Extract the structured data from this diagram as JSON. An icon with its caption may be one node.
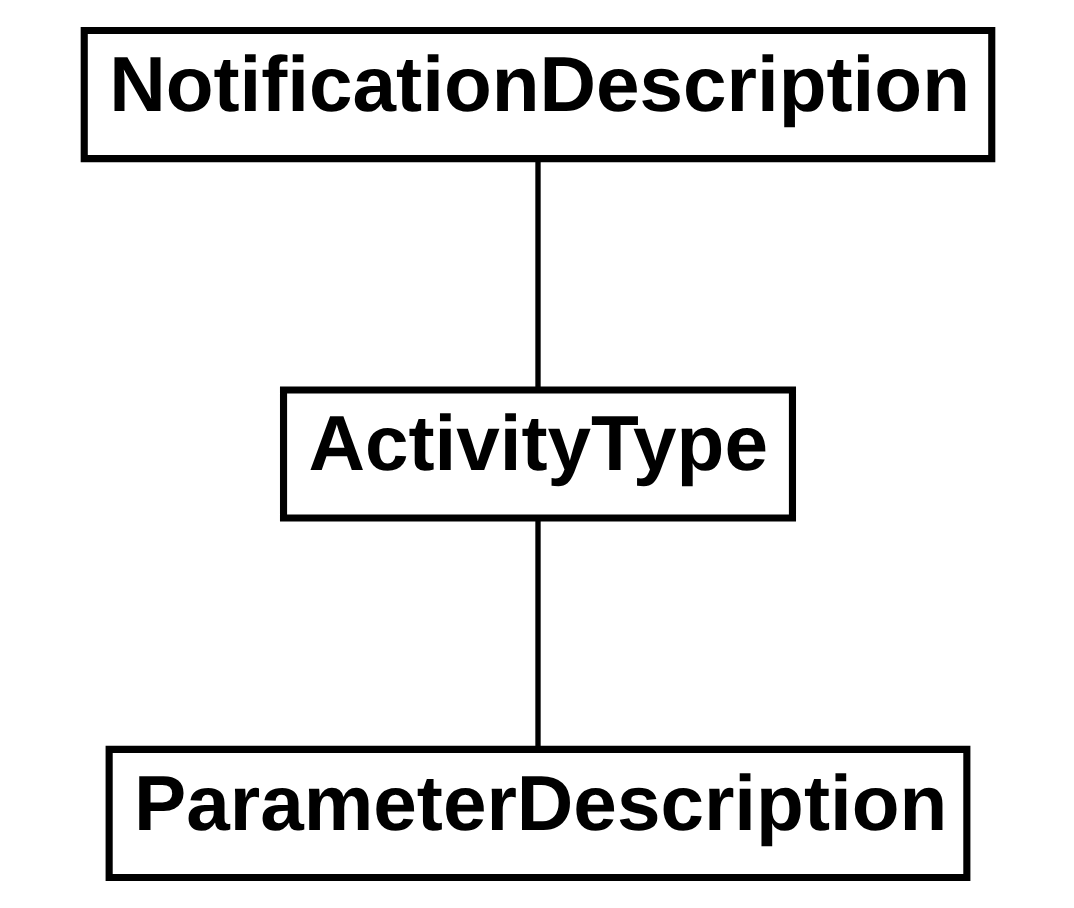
{
  "diagram": {
    "nodes": [
      {
        "text": [
          "NotificationDescription"
        ]
      },
      {
        "text": [
          "ActivityType"
        ]
      },
      {
        "text": [
          "ParameterDescription"
        ]
      }
    ],
    "edges": [
      {
        "from": 0,
        "to": 1,
        "arrow": "none"
      },
      {
        "from": 1,
        "to": 2,
        "arrow": "none"
      }
    ]
  }
}
